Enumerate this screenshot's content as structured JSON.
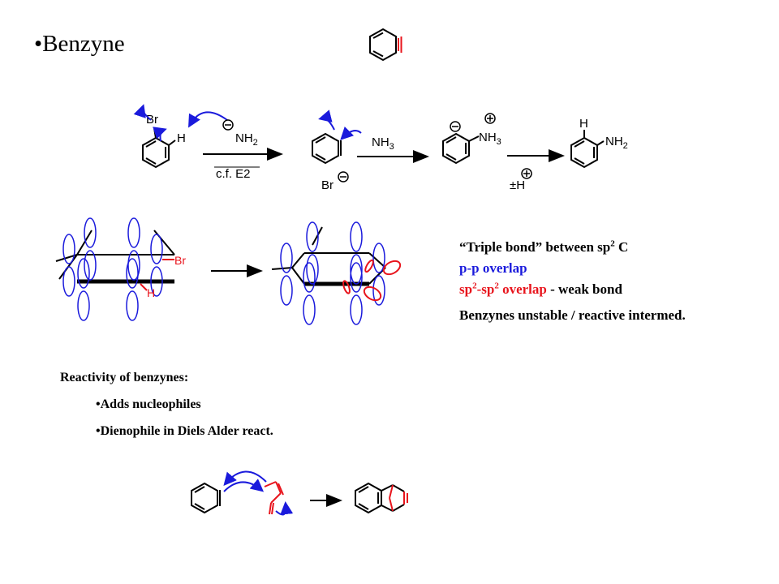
{
  "title": "•Benzyne",
  "scheme1": {
    "br": "Br",
    "h": "H",
    "nh2": "NH",
    "sub2": "2",
    "minus": "−",
    "plus": "+",
    "cond": "c.f. E2",
    "nh3": "NH",
    "sub3": "3",
    "pmh": "±H",
    "h_prod": "H",
    "nh2_prod": "NH"
  },
  "orbital": {
    "br": "Br",
    "h": "H"
  },
  "notes": {
    "line1_a": "“Triple bond” between sp",
    "line1_sup": "2",
    "line1_b": " C",
    "line2": "p-p overlap",
    "line3_a": "sp",
    "line3_sup1": "2",
    "line3_b": "-sp",
    "line3_sup2": "2",
    "line3_c": " overlap",
    "line3_d": " - weak bond",
    "line4": "Benzynes unstable / reactive intermed."
  },
  "reactivity": {
    "heading": "Reactivity of benzynes:",
    "bullets": [
      "•Adds nucleophiles",
      "•Dienophile in Diels Alder react."
    ]
  },
  "colors": {
    "blue": "#1a1adc",
    "red": "#e8141c",
    "text": "#000000"
  }
}
